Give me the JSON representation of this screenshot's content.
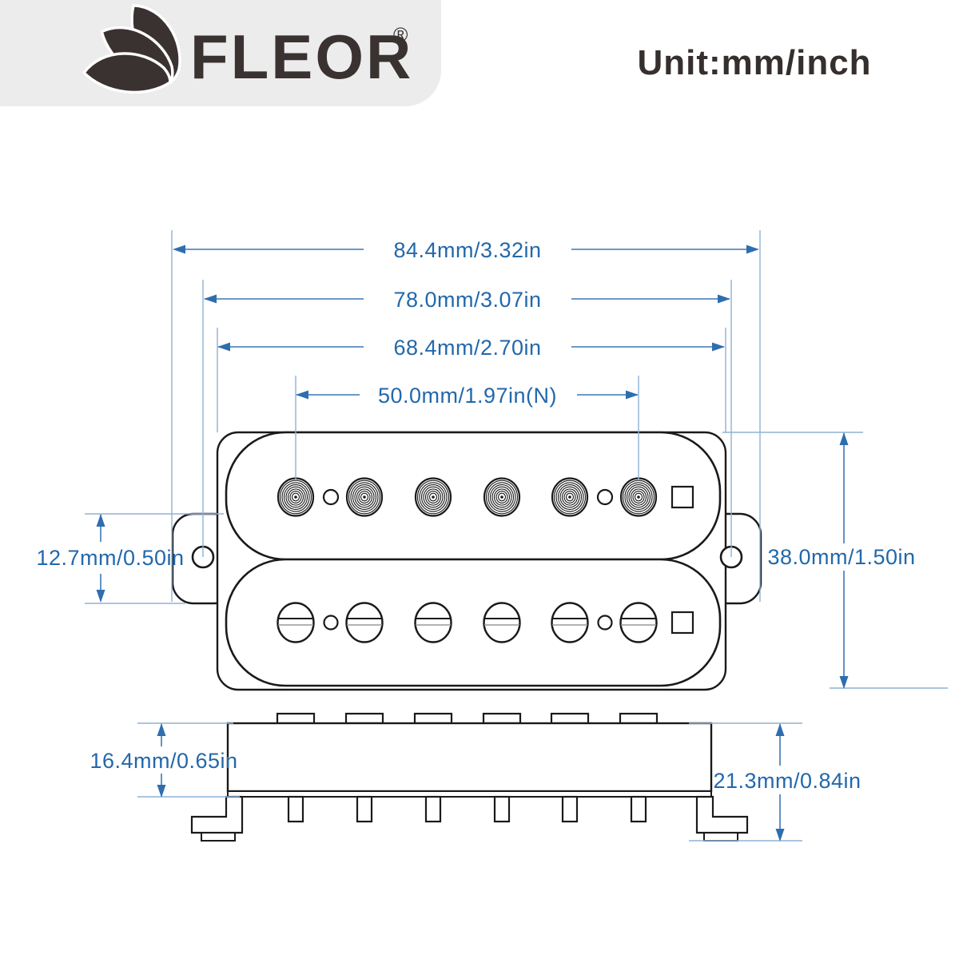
{
  "header": {
    "logo": {
      "text": "FLEOR",
      "registered_mark": "®",
      "brand_color": "#3a3231",
      "panel_color": "#ececec",
      "leaf_icon": "three-leaf-logo"
    },
    "unit_label": "Unit:mm/inch"
  },
  "diagram": {
    "line_color": "#1a1a1a",
    "dimension_text_color": "#2268ab",
    "dimension_line_color": "#3c77b2",
    "extension_line_color": "#8fb2d4",
    "dimensions": {
      "overall_length": "84.4mm/3.32in",
      "mounting_hole_spacing": "78.0mm/3.07in",
      "base_length": "68.4mm/2.70in",
      "pole_spacing": "50.0mm/1.97in(N)",
      "ear_height": "12.7mm/0.50in",
      "body_width": "38.0mm/1.50in",
      "side_body_height": "16.4mm/0.65in",
      "total_height": "21.3mm/0.84in"
    }
  }
}
